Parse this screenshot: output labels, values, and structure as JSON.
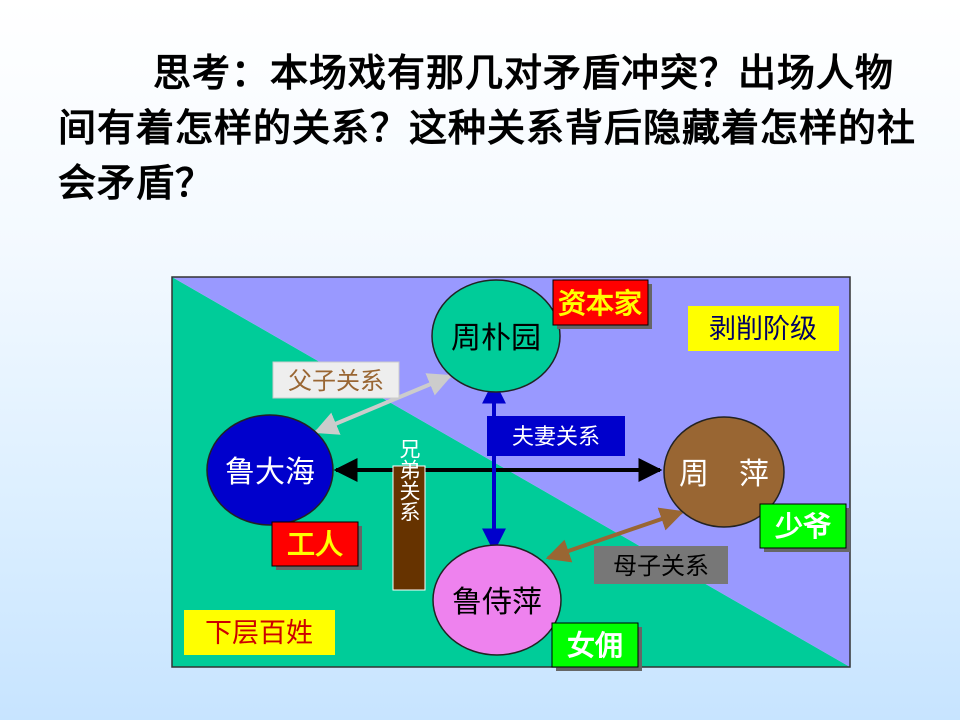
{
  "question": "思考：本场戏有那几对矛盾冲突？出场人物间有着怎样的关系？这种关系背后隐藏着怎样的社会矛盾？",
  "colors": {
    "upper_region": "#9999ff",
    "lower_region": "#00cc99",
    "frame": "#333333"
  },
  "people": {
    "zhou_puyuan": {
      "name": "周朴园",
      "color": "#00cc99"
    },
    "lu_dahai": {
      "name": "鲁大海",
      "color": "#0000cc"
    },
    "zhou_ping": {
      "name": "周　萍",
      "color": "#996633"
    },
    "lu_shiping": {
      "name": "鲁侍萍",
      "color": "#ee82ee"
    }
  },
  "identities": {
    "capitalist": {
      "text": "资本家",
      "bg": "#ff0000",
      "fg": "#ffff00"
    },
    "worker": {
      "text": "工人",
      "bg": "#ff0000",
      "fg": "#ffff00"
    },
    "young_master": {
      "text": "少爷",
      "bg": "#00ff00",
      "fg": "#ffffff"
    },
    "maid": {
      "text": "女佣",
      "bg": "#00ff00",
      "fg": "#ffffff"
    }
  },
  "classes": {
    "exploiting": {
      "text": "剥削阶级",
      "bg": "#ffff00",
      "fg": "#000066"
    },
    "common": {
      "text": "下层百姓",
      "bg": "#ffff00",
      "fg": "#cc0000"
    }
  },
  "relations": {
    "father_son": {
      "text": "父子关系",
      "bg": "#eeeeee",
      "fg": "#996633",
      "line": "#cccccc"
    },
    "husband_wife": {
      "text": "夫妻关系",
      "bg": "#0000cc",
      "fg": "#ffffff",
      "line": "#0000cc"
    },
    "brothers": {
      "text": "兄弟关系",
      "bg": "#663300",
      "fg": "#ffffff",
      "line": "#000000"
    },
    "mother_son": {
      "text": "母子关系",
      "bg": "#777777",
      "fg": "#000000",
      "line": "#996633"
    }
  }
}
